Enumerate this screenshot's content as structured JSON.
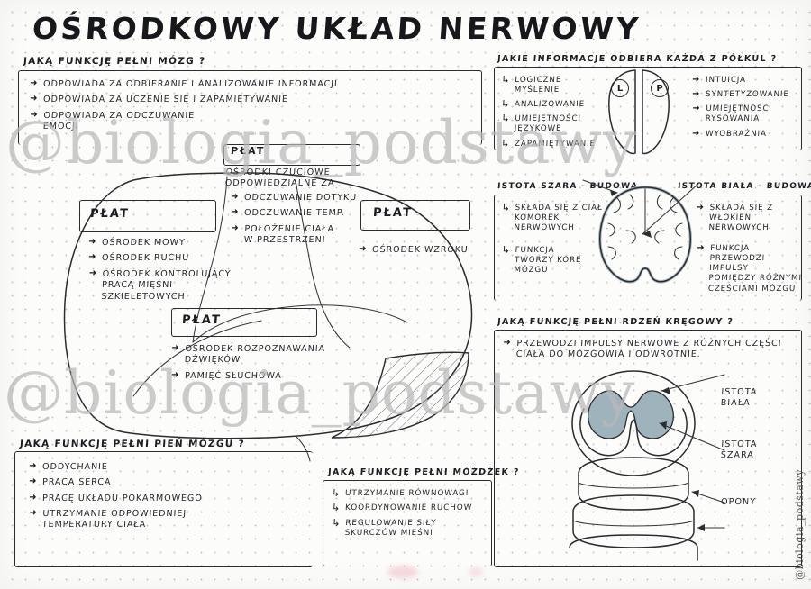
{
  "page": {
    "title": "OŚRODKOWY UKŁAD NERWOWY",
    "watermark": "@biologia_podstawy",
    "signature": "@biologia_podstawy",
    "accent_gray_matter": "#9fb3bd",
    "ink_color": "#2a2c30"
  },
  "sections": {
    "brain_function": {
      "question": "JAKĄ FUNKCJĘ PEŁNI MÓZG ?",
      "items": [
        "ODPOWIADA ZA ODBIERANIE I ANALIZOWANIE INFORMACJI",
        "ODPOWIADA ZA UCZENIE SIĘ I ZAPAMIĘTYWANIE",
        "ODPOWIADA ZA ODCZUWANIE\nEMOCJI"
      ]
    },
    "hemispheres": {
      "question": "JAKIE INFORMACJE ODBIERA KAŻDA Z PÓŁKUL ?",
      "left_label": "L",
      "right_label": "P",
      "left_items": [
        "LOGICZNE MYŚLENIE",
        "ANALIZOWANIE",
        "UMIEJĘTNOŚCI\nJĘZYKOWE",
        "ZAPAMIĘTYWANIE"
      ],
      "right_items": [
        "INTUICJA",
        "SYNTETYZOWANIE",
        "UMIEJĘTNOŚĆ\nRYSOWANIA",
        "WYOBRAŹNIA"
      ]
    },
    "gray_matter": {
      "question": "ISTOTA SZARA - BUDOWA",
      "items": [
        "SKŁADA SIĘ Z CIAŁ\nKOMÓREK NERWOWYCH",
        "FUNKCJA\nTWORZY KORĘ MÓZGU"
      ]
    },
    "white_matter": {
      "question": "ISTOTA BIAŁA - BUDOWA",
      "items": [
        "SKŁADA SIĘ Z\nWŁÓKIEN NERWOWYCH",
        "FUNKCJA\nPRZEWODZI IMPULSY\nPOMIĘDZY RÓŻNYMI\nCZĘŚCIAMI MÓZGU"
      ]
    },
    "spinal_cord": {
      "question": "JAKĄ FUNKCJĘ PEŁNI RDZEŃ KRĘGOWY ?",
      "items": [
        "PRZEWODZI IMPULSY NERWOWE Z RÓŻNYCH CZĘŚCI\nCIAŁA DO MÓZGOWIA I ODWROTNIE."
      ],
      "diagram_labels": [
        "ISTOTA\nBIAŁA",
        "ISTOTA\nSZARA",
        "OPONY"
      ]
    },
    "brainstem": {
      "question": "JAKĄ FUNKCJĘ PEŁNI PIEŃ MÓZGU ?",
      "items": [
        "ODDYCHANIE",
        "PRACA SERCA",
        "PRACĘ UKŁADU POKARMOWEGO",
        "UTRZYMANIE ODPOWIEDNIEJ\nTEMPERATURY CIAŁA"
      ]
    },
    "cerebellum": {
      "question": "JAKĄ FUNKCJĘ PEŁNI MÓŻDŻEK ?",
      "items": [
        "UTRZYMANIE RÓWNOWAGI",
        "KOORDYNOWANIE RUCHÓW",
        "REGULOWANIE SIŁY\nSKURCZÓW MIĘŚNI"
      ]
    },
    "lobes": {
      "frontal": {
        "box_label": "PŁAT",
        "items": [
          "OŚRODEK MOWY",
          "OŚRODEK RUCHU",
          "OŚRODEK KONTROLUJĄCY\nPRACĄ MIĘŚNI\nSZKIELETOWYCH"
        ]
      },
      "parietal": {
        "box_label": "PŁAT",
        "intro": "OŚRODKI CZUCIOWE\nODPOWIEDZIALNE ZA",
        "items": [
          "ODCZUWANIE DOTYKU",
          "ODCZUWANIE TEMP.",
          "POŁOŻENIE CIAŁA\nW PRZESTRZENI"
        ]
      },
      "occipital": {
        "box_label": "PŁAT",
        "items": [
          "OŚRODEK WZROKU"
        ]
      },
      "temporal": {
        "box_label": "PŁAT",
        "items": [
          "OŚRODEK ROZPOZNAWANIA\nDŹWIĘKÓW",
          "PAMIĘĆ SŁUCHOWA"
        ]
      }
    }
  }
}
